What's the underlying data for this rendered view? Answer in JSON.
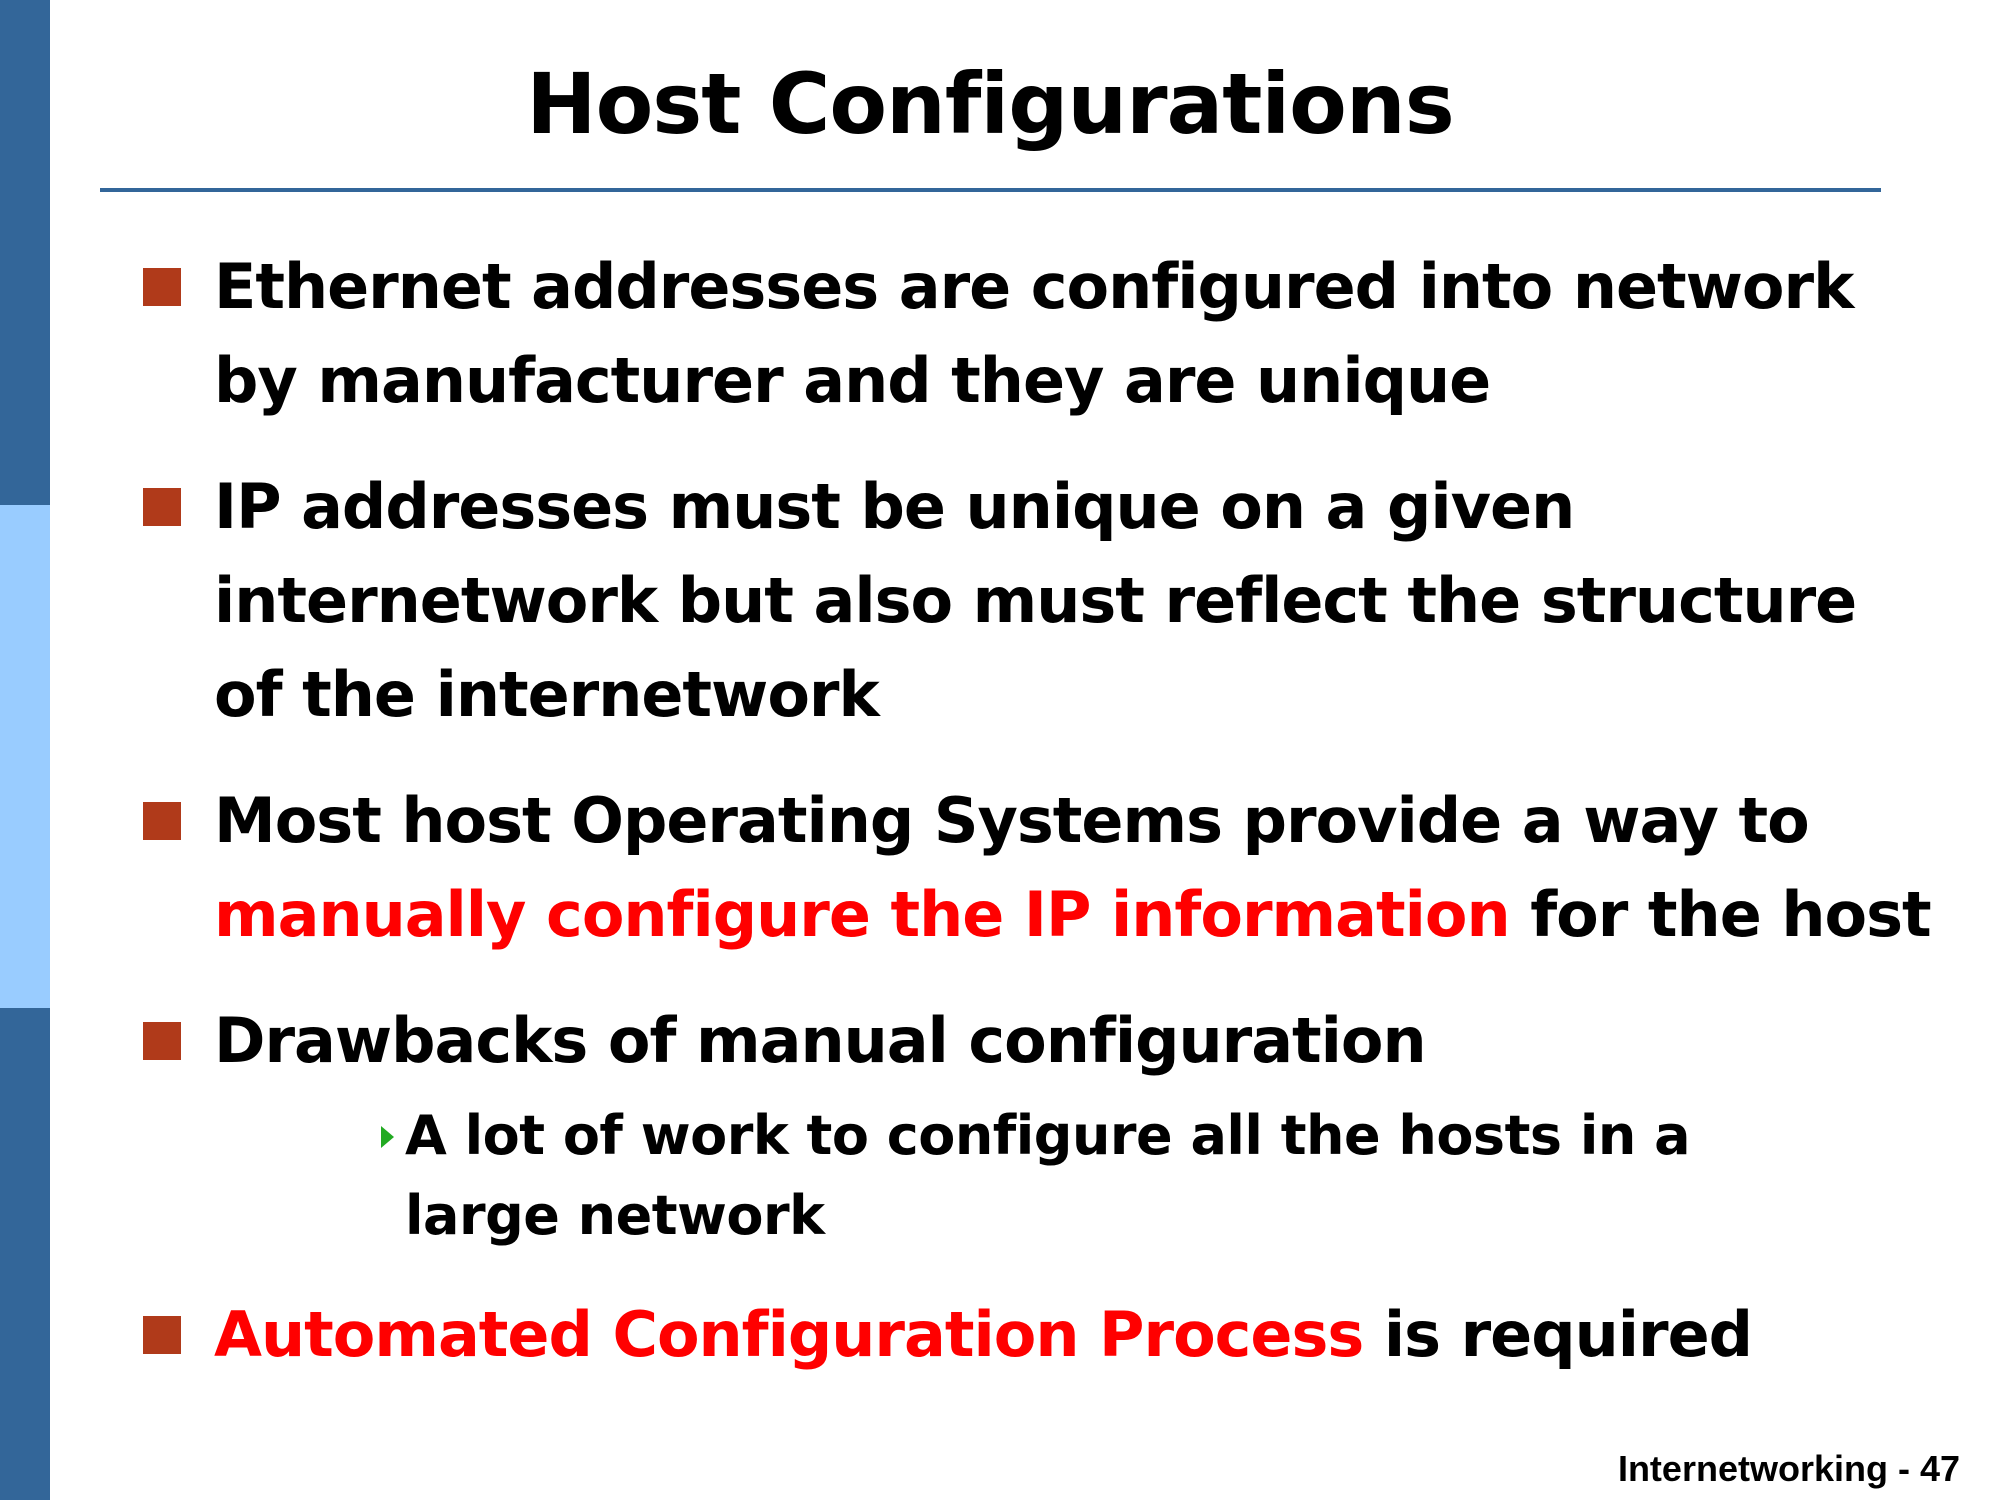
{
  "slide": {
    "title": "Host Configurations",
    "bullets": [
      {
        "text": "Ethernet addresses are configured into network by manufacturer and they are unique"
      },
      {
        "text": "IP addresses must be unique on a given internetwork but also must reflect the structure of the internetwork"
      },
      {
        "text_before": "Most host Operating Systems provide a way to ",
        "highlight": "manually configure the IP information",
        "text_after": " for the host"
      },
      {
        "text": "Drawbacks of manual configuration",
        "sub_bullets": [
          "A lot of work to configure all the hosts in a large network"
        ]
      },
      {
        "highlight": "Automated Configuration Process",
        "text_after": " is required"
      }
    ],
    "footer": "Internetworking - 47"
  },
  "colors": {
    "stripe_dark": "#336699",
    "stripe_light": "#99ccff",
    "title_rule": "#336699",
    "bullet_marker": "#b03a1a",
    "highlight": "#ff0000",
    "sub_bullet_marker": "#22aa22"
  },
  "icons": {
    "bullet": "square-bullet-icon",
    "sub_bullet": "triangle-right-icon"
  }
}
